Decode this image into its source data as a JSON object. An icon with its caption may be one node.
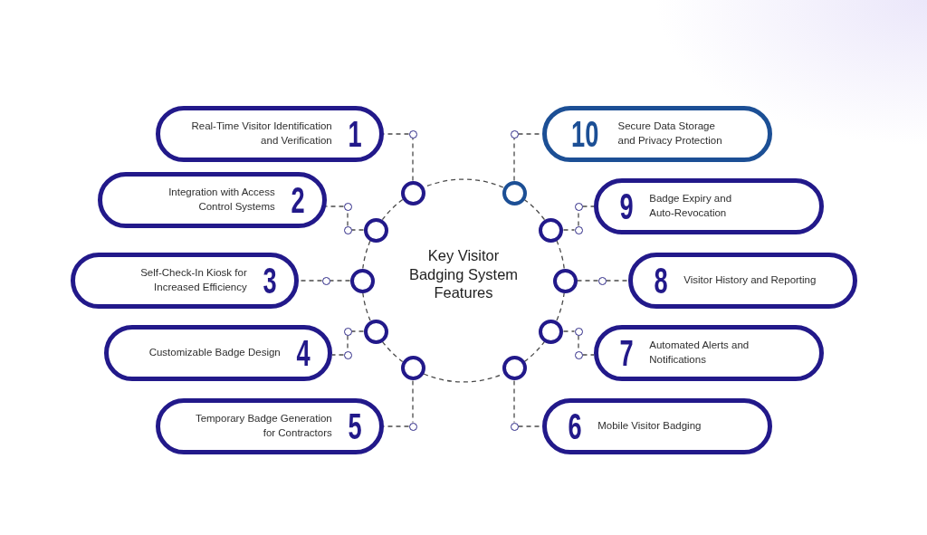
{
  "diagram": {
    "title": "Key Visitor Badging System Features",
    "nodes": [
      {
        "text": [
          "Real-Time Visitor Identification and Verification",
          "1"
        ]
      },
      {
        "text": [
          "Integration with Access Control Systems",
          "2"
        ]
      },
      {
        "text": [
          "Self-Check-In Kiosk for Increased Efficiency",
          "3"
        ]
      },
      {
        "text": [
          "Customizable Badge Design",
          "4"
        ]
      },
      {
        "text": [
          "Temporary Badge Generation for Contractors",
          "5"
        ]
      },
      {
        "text": [
          "6",
          "Mobile Visitor Badging"
        ]
      },
      {
        "text": [
          "7",
          "Automated Alerts and Notifications"
        ]
      },
      {
        "text": [
          "8",
          "Visitor History and Reporting"
        ]
      },
      {
        "text": [
          "9",
          "Badge Expiry and Auto-Revocation"
        ]
      },
      {
        "text": [
          "10",
          "Secure Data Storage and Privacy Protection"
        ]
      },
      {
        "text": [],
        "shape": "circle"
      },
      {
        "text": [],
        "shape": "circle"
      },
      {
        "text": [],
        "shape": "circle"
      },
      {
        "text": [],
        "shape": "circle"
      },
      {
        "text": [],
        "shape": "circle"
      },
      {
        "text": [],
        "shape": "circle"
      },
      {
        "text": [],
        "shape": "circle"
      },
      {
        "text": [],
        "shape": "circle"
      },
      {
        "text": [],
        "shape": "circle"
      },
      {
        "text": [],
        "shape": "circle"
      },
      {
        "text": [],
        "shape": "circle"
      },
      {
        "text": [],
        "shape": "circle"
      },
      {
        "text": [],
        "shape": "circle"
      },
      {
        "text": [],
        "shape": "circle"
      },
      {
        "text": [],
        "shape": "circle"
      },
      {
        "text": [],
        "shape": "circle"
      },
      {
        "text": [],
        "shape": "circle"
      },
      {
        "text": [],
        "shape": "circle"
      },
      {
        "text": [],
        "shape": "circle"
      },
      {
        "text": [],
        "shape": "circle"
      },
      {
        "text": [],
        "shape": "circle"
      },
      {
        "text": [],
        "shape": "circle"
      },
      {
        "text": [],
        "shape": "circle"
      },
      {
        "text": [],
        "shape": "circle"
      }
    ],
    "edges": [
      {
        "from": 10,
        "to": 20,
        "arrow": "none",
        "style": "dashed"
      },
      {
        "from": 20,
        "to": 0,
        "arrow": "none",
        "style": "dashed"
      },
      {
        "from": 11,
        "to": 22,
        "arrow": "none",
        "style": "dashed"
      },
      {
        "from": 22,
        "to": 21,
        "arrow": "none",
        "style": "dashed"
      },
      {
        "from": 21,
        "to": 1,
        "arrow": "none",
        "style": "dashed"
      },
      {
        "from": 12,
        "to": 23,
        "arrow": "none",
        "style": "dashed"
      },
      {
        "from": 23,
        "to": 2,
        "arrow": "none",
        "style": "dashed"
      },
      {
        "from": 13,
        "to": 24,
        "arrow": "none",
        "style": "dashed"
      },
      {
        "from": 24,
        "to": 25,
        "arrow": "none",
        "style": "dashed"
      },
      {
        "from": 25,
        "to": 3,
        "arrow": "none",
        "style": "dashed"
      },
      {
        "from": 14,
        "to": 26,
        "arrow": "none",
        "style": "dashed"
      },
      {
        "from": 26,
        "to": 4,
        "arrow": "none",
        "style": "dashed"
      },
      {
        "from": 15,
        "to": 27,
        "arrow": "none",
        "style": "dashed"
      },
      {
        "from": 27,
        "to": 5,
        "arrow": "none",
        "style": "dashed"
      },
      {
        "from": 16,
        "to": 28,
        "arrow": "none",
        "style": "dashed"
      },
      {
        "from": 28,
        "to": 29,
        "arrow": "none",
        "style": "dashed"
      },
      {
        "from": 29,
        "to": 6,
        "arrow": "none",
        "style": "dashed"
      },
      {
        "from": 17,
        "to": 30,
        "arrow": "none",
        "style": "dashed"
      },
      {
        "from": 30,
        "to": 7,
        "arrow": "none",
        "style": "dashed"
      },
      {
        "from": 18,
        "to": 31,
        "arrow": "none",
        "style": "dashed"
      },
      {
        "from": 31,
        "to": 32,
        "arrow": "none",
        "style": "dashed"
      },
      {
        "from": 32,
        "to": 8,
        "arrow": "none",
        "style": "dashed"
      },
      {
        "from": 19,
        "to": 33,
        "arrow": "none",
        "style": "dashed"
      },
      {
        "from": 33,
        "to": 9,
        "arrow": "none",
        "style": "dashed"
      },
      {
        "from": 10,
        "to": 11,
        "arrow": "none",
        "style": "dashed"
      },
      {
        "from": 11,
        "to": 12,
        "arrow": "none",
        "style": "dashed"
      },
      {
        "from": 12,
        "to": 13,
        "arrow": "none",
        "style": "dashed"
      },
      {
        "from": 13,
        "to": 14,
        "arrow": "none",
        "style": "dashed"
      },
      {
        "from": 14,
        "to": 15,
        "arrow": "none",
        "style": "dashed"
      },
      {
        "from": 15,
        "to": 16,
        "arrow": "none",
        "style": "dashed"
      },
      {
        "from": 16,
        "to": 17,
        "arrow": "none",
        "style": "dashed"
      },
      {
        "from": 17,
        "to": 18,
        "arrow": "none",
        "style": "dashed"
      },
      {
        "from": 18,
        "to": 19,
        "arrow": "none",
        "style": "dashed"
      },
      {
        "from": 19,
        "to": 10,
        "arrow": "none",
        "style": "dashed"
      }
    ]
  }
}
